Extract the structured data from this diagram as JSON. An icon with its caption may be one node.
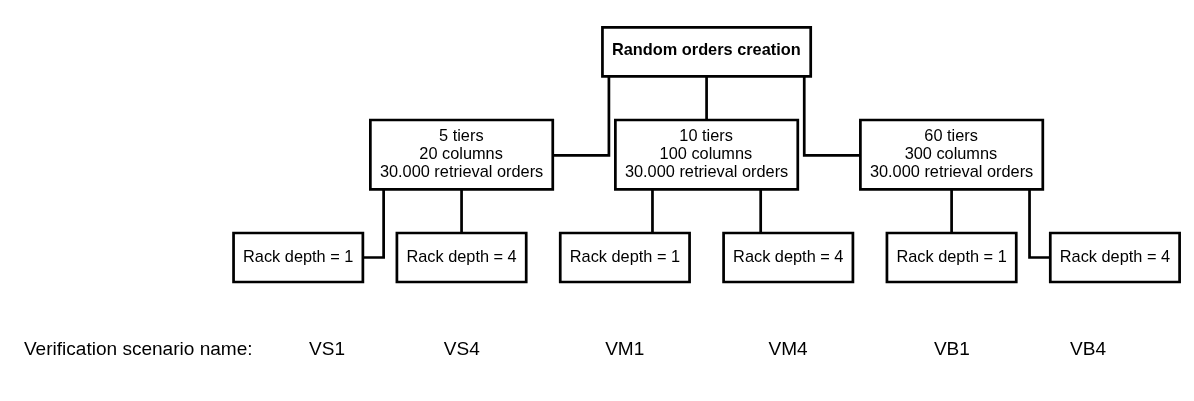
{
  "diagram": {
    "nodes": [
      {
        "text": [
          "Random orders creation"
        ]
      },
      {
        "text": [
          "5 tiers",
          "20 columns",
          "30.000 retrieval orders"
        ]
      },
      {
        "text": [
          "10 tiers",
          "100 columns",
          "30.000 retrieval orders"
        ]
      },
      {
        "text": [
          "60 tiers",
          "300 columns",
          "30.000 retrieval orders"
        ]
      },
      {
        "text": [
          "Rack depth = 1"
        ],
        "beside": [
          "VS1"
        ]
      },
      {
        "text": [
          "Rack depth = 4"
        ],
        "beside": [
          "VS4"
        ]
      },
      {
        "text": [
          "Rack depth = 1"
        ],
        "beside": [
          "VM1"
        ]
      },
      {
        "text": [
          "Rack depth = 4"
        ],
        "beside": [
          "VM4"
        ]
      },
      {
        "text": [
          "Rack depth = 1"
        ],
        "beside": [
          "VB1"
        ]
      },
      {
        "text": [
          "Rack depth = 4"
        ],
        "beside": [
          "VB4"
        ]
      }
    ],
    "edges": [
      {
        "from": 0,
        "to": 1,
        "arrow": "none"
      },
      {
        "from": 0,
        "to": 2,
        "arrow": "none"
      },
      {
        "from": 0,
        "to": 3,
        "arrow": "none"
      },
      {
        "from": 1,
        "to": 4,
        "arrow": "none"
      },
      {
        "from": 1,
        "to": 5,
        "arrow": "none"
      },
      {
        "from": 2,
        "to": 6,
        "arrow": "none"
      },
      {
        "from": 2,
        "to": 7,
        "arrow": "none"
      },
      {
        "from": 3,
        "to": 8,
        "arrow": "none"
      },
      {
        "from": 3,
        "to": 9,
        "arrow": "none"
      }
    ],
    "labels": [
      "Verification scenario name:"
    ]
  }
}
